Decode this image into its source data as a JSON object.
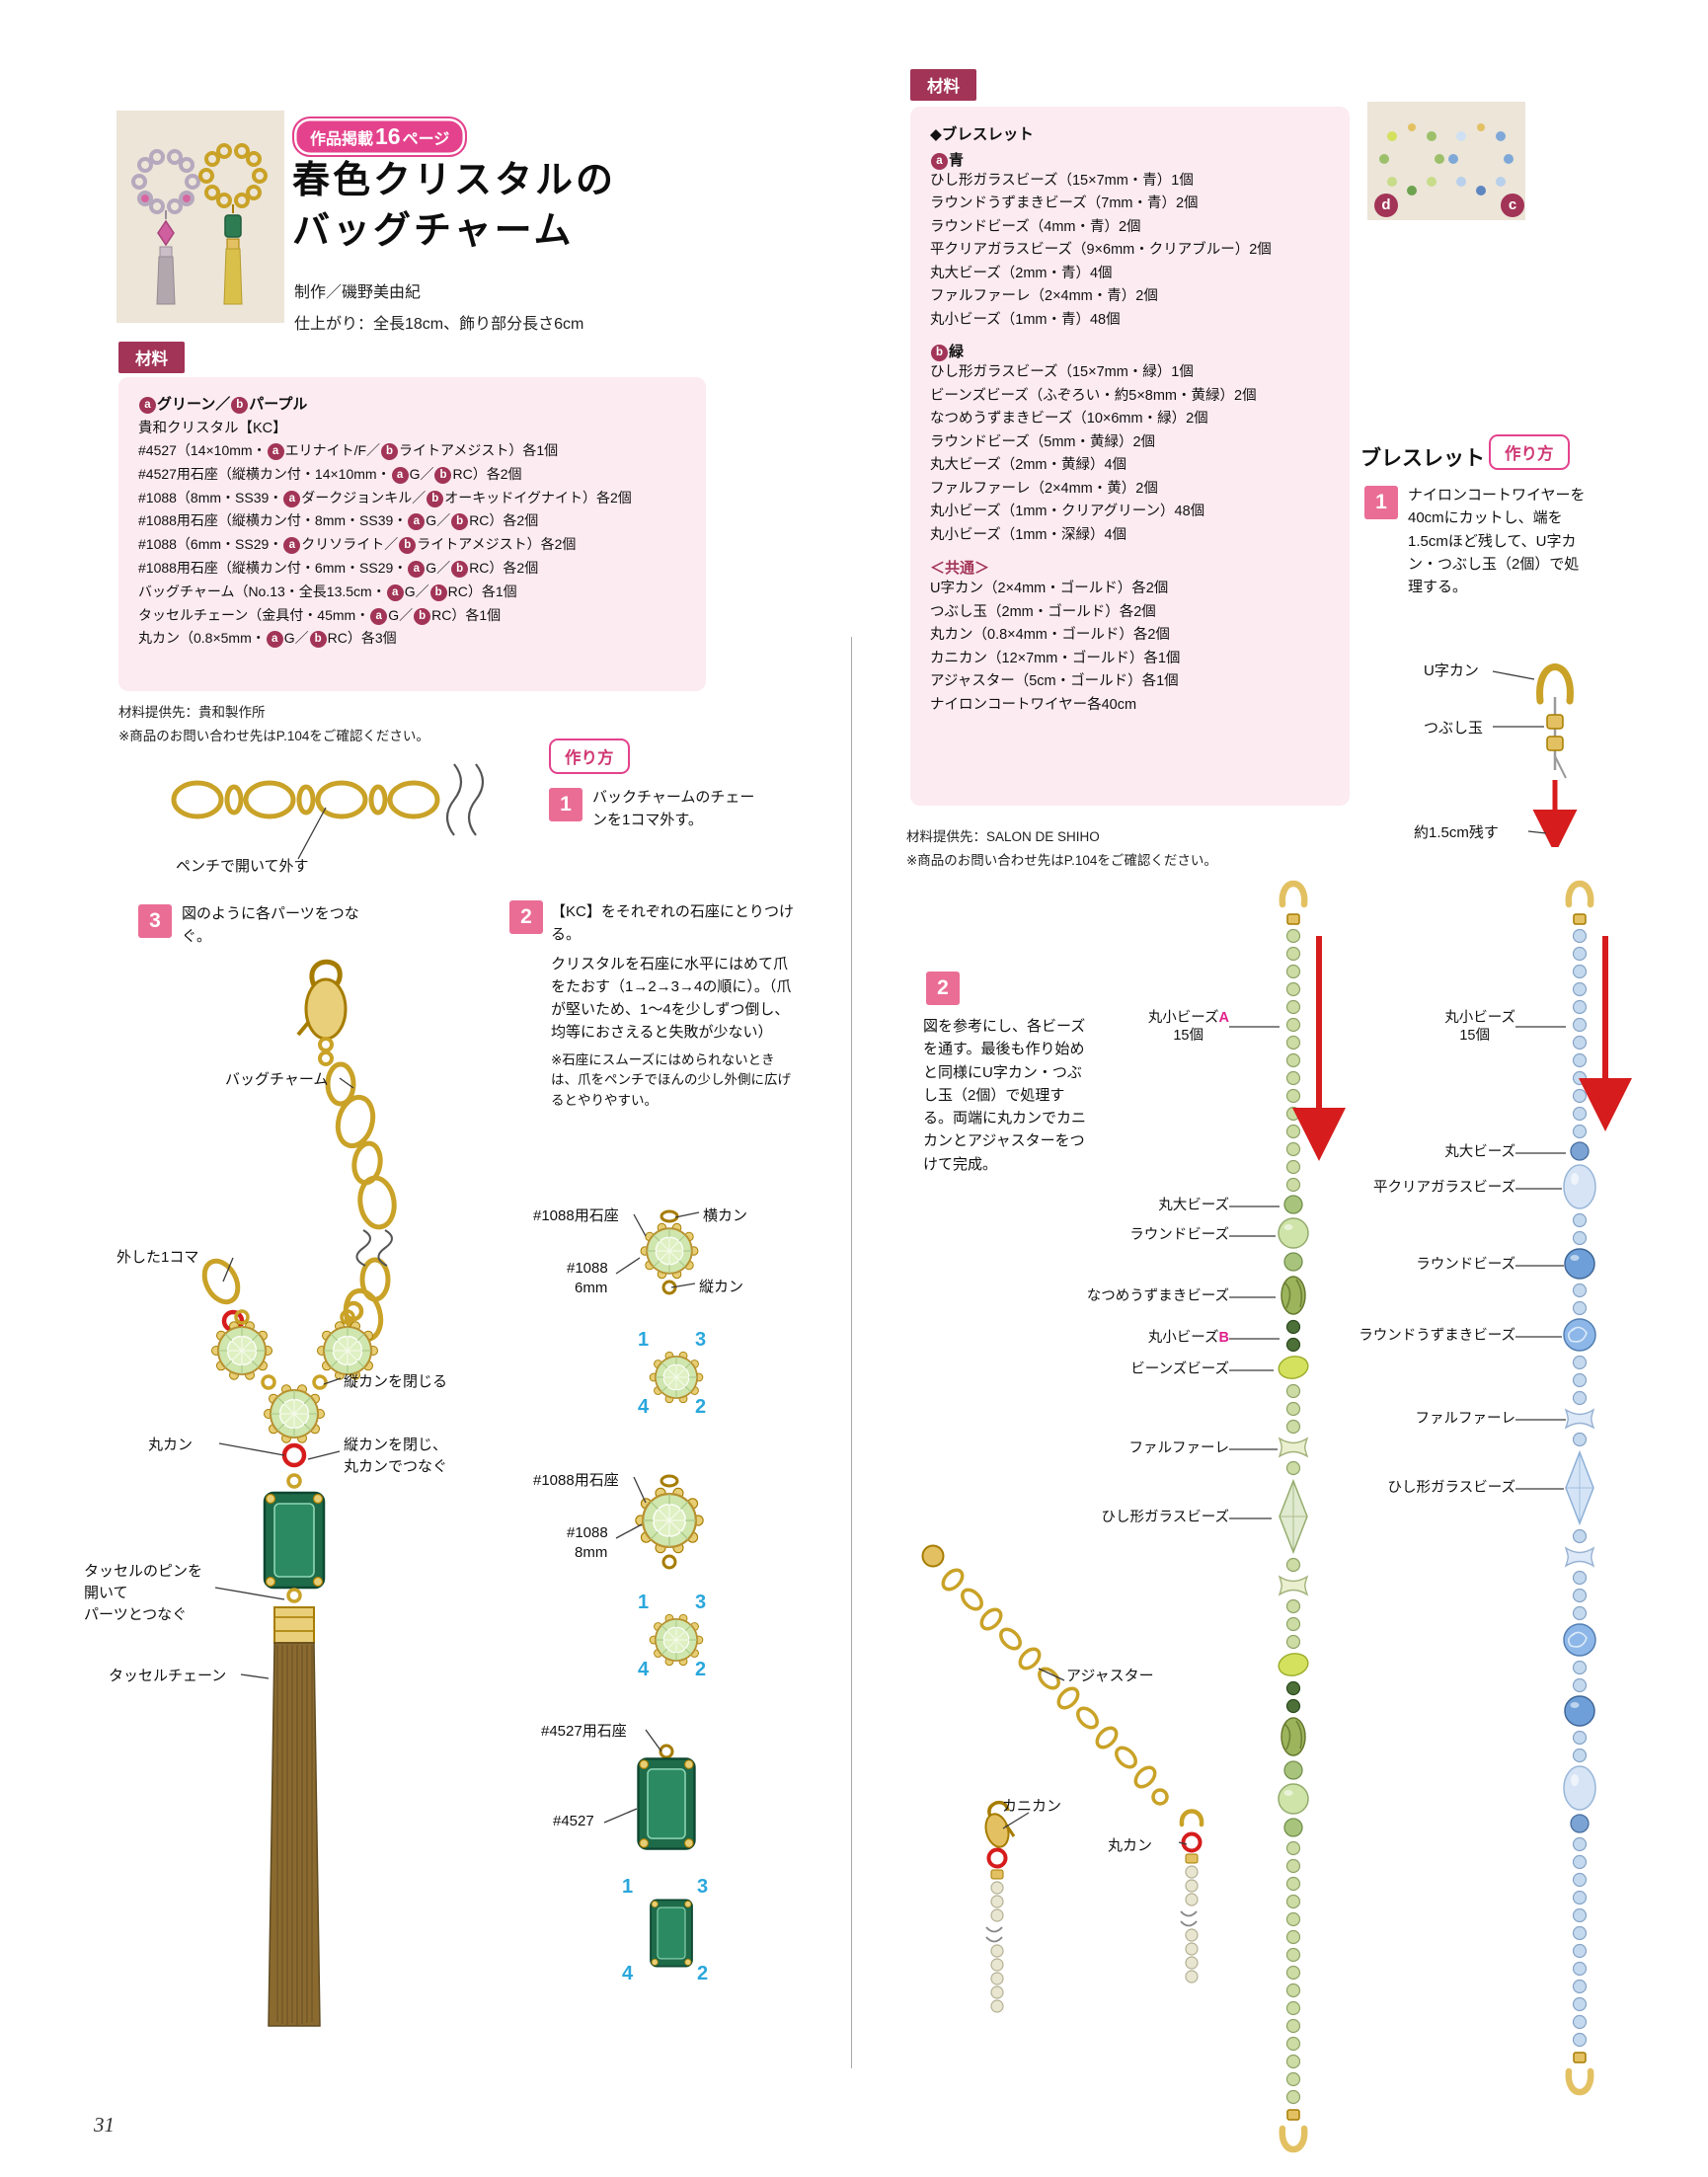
{
  "page_number": "31",
  "common": {
    "materials_label": "材料",
    "howto_label": "作り方",
    "inquiry_note": "※商品のお問い合わせ先はP.104をご確認ください。"
  },
  "charm": {
    "page_badge_pre": "作品掲載",
    "page_badge_num": "16",
    "page_badge_post": "ページ",
    "title_line1": "春色クリスタルの",
    "title_line2": "バッグチャーム",
    "author": "制作／磯野美由紀",
    "finished": "仕上がり：全長18cm、飾り部分長さ6cm",
    "color_header": "ⓐグリーン／ⓑパープル",
    "brand": "貴和クリスタル【KC】",
    "items": [
      "#4527（14×10mm・ⓐエリナイト/F／ⓑライトアメジスト）各1個",
      "#4527用石座（縦横カン付・14×10mm・ⓐG／ⓑRC）各2個",
      "#1088（8mm・SS39・ⓐダークジョンキル／ⓑオーキッドイグナイト）各2個",
      "#1088用石座（縦横カン付・8mm・SS39・ⓐG／ⓑRC）各2個",
      "#1088（6mm・SS29・ⓐクリソライト／ⓑライトアメジスト）各2個",
      "#1088用石座（縦横カン付・6mm・SS29・ⓐG／ⓑRC）各2個",
      "バッグチャーム（No.13・全長13.5cm・ⓐG／ⓑRC）各1個",
      "タッセルチェーン（金具付・45mm・ⓐG／ⓑRC）各1個",
      "丸カン（0.8×5mm・ⓐG／ⓑRC）各3個"
    ],
    "supplier": "材料提供先：貴和製作所",
    "step1_num": "1",
    "step1": "バックチャームのチェーンを1コマ外す。",
    "pliers_note": "ペンチで開いて外す",
    "step3_num": "3",
    "step3": "図のように各パーツをつなぐ。",
    "step2_num": "2",
    "step2_head": "【KC】をそれぞれの石座にとりつける。",
    "step2_body": "クリスタルを石座に水平にはめて爪をたおす（1→2→3→4の順に）。（爪が堅いため、1〜4を少しずつ倒し、均等におさえると失敗が少ない）",
    "step2_note": "※石座にスムーズにはめられないときは、爪をペンチでほんの少し外側に広げるとやりやすい。",
    "lbl_bagcharm": "バッグチャーム",
    "lbl_removed": "外した1コマ",
    "lbl_close_tatekan": "縦カンを閉じる",
    "lbl_marukan": "丸カン",
    "lbl_close_connect1": "縦カンを閉じ、",
    "lbl_close_connect2": "丸カンでつなぐ",
    "lbl_tassel_pin1": "タッセルのピンを",
    "lbl_tassel_pin2": "開いて",
    "lbl_tassel_pin3": "パーツとつなぐ",
    "lbl_tassel_chain": "タッセルチェーン",
    "lbl_seat1088": "#1088用石座",
    "lbl_yokokan": "横カン",
    "lbl_tatekan": "縦カン",
    "lbl_1088_6a": "#1088",
    "lbl_1088_6b": "6mm",
    "lbl_1088_8a": "#1088",
    "lbl_1088_8b": "8mm",
    "lbl_seat4527": "#4527用石座",
    "lbl_4527": "#4527",
    "num1": "1",
    "num2": "2",
    "num3": "3",
    "num4": "4"
  },
  "bracelet": {
    "header": "◆ブレスレット",
    "sec_a": "ⓐ青",
    "items_a": [
      "ひし形ガラスビーズ（15×7mm・青）1個",
      "ラウンドうずまきビーズ（7mm・青）2個",
      "ラウンドビーズ（4mm・青）2個",
      "平クリアガラスビーズ（9×6mm・クリアブルー）2個",
      "丸大ビーズ（2mm・青）4個",
      "ファルファーレ（2×4mm・青）2個",
      "丸小ビーズ（1mm・青）48個"
    ],
    "sec_b": "ⓑ緑",
    "items_b": [
      "ひし形ガラスビーズ（15×7mm・緑）1個",
      "ビーンズビーズ（ふぞろい・約5×8mm・黄緑）2個",
      "なつめうずまきビーズ（10×6mm・緑）2個",
      "ラウンドビーズ（5mm・黄緑）2個",
      "丸大ビーズ（2mm・黄緑）4個",
      "ファルファーレ（2×4mm・黄）2個",
      "丸小ビーズ（1mm・クリアグリーン）48個",
      "丸小ビーズ（1mm・深緑）4個"
    ],
    "sec_common": "＜共通＞",
    "items_common": [
      "U字カン（2×4mm・ゴールド）各2個",
      "つぶし玉（2mm・ゴールド）各2個",
      "丸カン（0.8×4mm・ゴールド）各2個",
      "カニカン（12×7mm・ゴールド）各1個",
      "アジャスター（5cm・ゴールド）各1個",
      "ナイロンコートワイヤー各40cm"
    ],
    "supplier": "材料提供先：SALON DE SHIHO",
    "photo_d": "d",
    "photo_c": "c",
    "title": "ブレスレット",
    "step1_num": "1",
    "step1": "ナイロンコートワイヤーを40cmにカットし、端を1.5cmほど残して、U字カン・つぶし玉（2個）で処理する。",
    "lbl_ukan": "U字カン",
    "lbl_tsubushidama": "つぶし玉",
    "lbl_leave": "約1.5cm残す",
    "step2_num": "2",
    "step2": "図を参考にし、各ビーズを通す。最後も作り始めと同様にU字カン・つぶし玉（2個）で処理する。両端に丸カンでカニカンとアジャスターをつけて完成。",
    "g_small_a": "丸小ビーズ",
    "g_small_a_mark": "A",
    "g_small_count": "15個",
    "g_large": "丸大ビーズ",
    "g_round": "ラウンドビーズ",
    "g_natsume": "なつめうずまきビーズ",
    "g_small_b": "丸小ビーズ",
    "g_small_b_mark": "B",
    "g_beans": "ビーンズビーズ",
    "g_farfalle": "ファルファーレ",
    "g_diamond": "ひし形ガラスビーズ",
    "b_small": "丸小ビーズ",
    "b_small_count": "15個",
    "b_large": "丸大ビーズ",
    "b_flat": "平クリアガラスビーズ",
    "b_round": "ラウンドビーズ",
    "b_swirl": "ラウンドうずまきビーズ",
    "b_farfalle": "ファルファーレ",
    "b_diamond": "ひし形ガラスビーズ",
    "lbl_adjuster": "アジャスター",
    "lbl_kanikan": "カニカン",
    "lbl_marukan": "丸カン",
    "strings": {
      "green": [
        "hook",
        "crimp",
        "small:15",
        "large",
        "round",
        "large",
        "natsume",
        "smallB:2",
        "beans",
        "small:3",
        "farfalle",
        "small",
        "diamond",
        "small",
        "farfalle",
        "small:3",
        "beans",
        "smallB:2",
        "natsume",
        "large",
        "round",
        "large",
        "small:15",
        "crimp",
        "hookd"
      ],
      "blue": [
        "hook",
        "crimp",
        "small:12",
        "large",
        "flat",
        "small:2",
        "round",
        "small:2",
        "swirl",
        "small:3",
        "farfalle",
        "small",
        "diamond",
        "small",
        "farfalle",
        "small:3",
        "swirl",
        "small:2",
        "round",
        "small:2",
        "flat",
        "large",
        "small:12",
        "crimp",
        "hookd"
      ]
    }
  },
  "colors": {
    "accent_pink": "#e4428d",
    "step_pink": "#ea6d96",
    "dark_red": "#a23457",
    "box_pink": "#fcebf1",
    "blue_number": "#2aa7dc",
    "magenta_mark": "#e0218a",
    "red_marker": "#d61c1c",
    "gold": "#c9a227"
  }
}
